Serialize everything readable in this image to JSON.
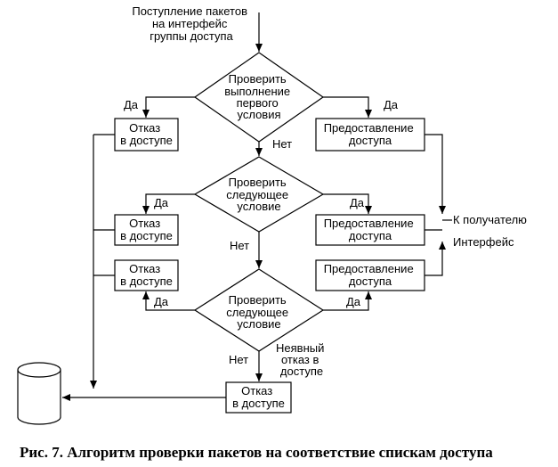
{
  "entry_label": [
    "Поступление пакетов",
    "на интерфейс",
    "группы доступа"
  ],
  "decisions": [
    [
      "Проверить",
      "выполнение",
      "первого",
      "условия"
    ],
    [
      "Проверить",
      "следующее",
      "условие"
    ],
    [
      "Проверить",
      "следующее",
      "условие"
    ]
  ],
  "deny_box": [
    "Отказ",
    "в доступе"
  ],
  "grant_box": [
    "Предоставление",
    "доступа"
  ],
  "yes_label": "Да",
  "no_label": "Нет",
  "implicit_deny": [
    "Неявный",
    "отказ в",
    "доступе"
  ],
  "to_receiver": "К получателю",
  "interface_label": "Интерфейс",
  "caption": "Рис. 7. Алгоритм проверки пакетов на соответствие спискам доступа"
}
